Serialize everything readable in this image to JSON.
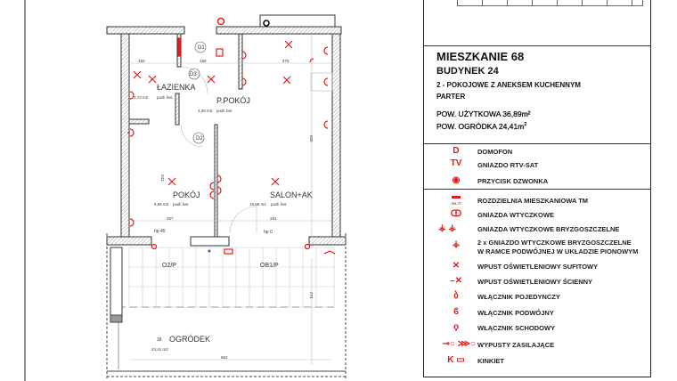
{
  "apartment": {
    "title": "MIESZKANIE 68",
    "building": "BUDYNEK 24",
    "type": "2 - POKOJOWE Z ANEKSEM KUCHENNYM",
    "floor": "PARTER",
    "usable_area_label": "POW. UŻYTKOWA 36,89m²",
    "garden_area_label": "POW. OGRÓDKA 24,41m",
    "garden_area_sup": "2"
  },
  "legend": {
    "group1": [
      {
        "icon": "intercom-icon",
        "symbol": "D",
        "label": "DOMOFON"
      },
      {
        "icon": "tv-socket-icon",
        "symbol": "TV",
        "label": "GNIAZDO RTV-SAT"
      },
      {
        "icon": "doorbell-icon",
        "symbol": "◉",
        "label": "PRZYCISK DZWONKA"
      }
    ],
    "group2": [
      {
        "icon": "distribution-board-icon",
        "symbol": "▬",
        "sub": "TM-77",
        "label": "ROZDZIELNIA MIESZKANIOWA TM"
      },
      {
        "icon": "socket-icon",
        "symbol": "ↀ",
        "label": "GNIAZDA WTYCZKOWE"
      },
      {
        "icon": "splashproof-socket-icon",
        "symbol": "⚶ ⚶",
        "label": "GNIAZDA WTYCZKOWE BRYZGOSZCZELNE"
      },
      {
        "icon": "double-splashproof-socket-icon",
        "symbol": "⚶",
        "label": "2 x GNIAZDO WTYCZKOWE BRYZGOSZCZELNE",
        "label2": "W RAMCE PODWÓJNEJ W UKŁADZIE PIONOWYM"
      },
      {
        "icon": "ceiling-light-icon",
        "symbol": "✕",
        "label": "WPUST OŚWIETLENIOWY SUFITOWY"
      },
      {
        "icon": "wall-light-icon",
        "symbol": "–✕",
        "label": "WPUST OŚWIETLENIOWY ŚCIENNY"
      },
      {
        "icon": "single-switch-icon",
        "symbol": "ბ",
        "label": "WŁĄCZNIK POJEDYNCZY"
      },
      {
        "icon": "double-switch-icon",
        "symbol": "ϐ",
        "label": "WŁĄCZNIK PODWÓJNY"
      },
      {
        "icon": "staircase-switch-icon",
        "symbol": "ϙ",
        "label": "WŁĄCZNIK SCHODOWY"
      },
      {
        "icon": "power-outlet-icon",
        "symbol": "⊸○ ⋙○",
        "label": "WYPUSTY ZASILAJĄCE"
      },
      {
        "icon": "wall-lamp-icon",
        "symbol": "K ▭",
        "label": "KINKIET"
      }
    ]
  },
  "rooms": [
    {
      "name": "ŁAZIENKA",
      "area": "3,72 m2",
      "floor": "podł. bet."
    },
    {
      "name": "P.POKÓJ",
      "area": "4,26 m2",
      "floor": "podł. bet."
    },
    {
      "name": "POKÓJ",
      "area": "8,96 m2",
      "floor": "podł. bet."
    },
    {
      "name": "SALON+AK",
      "area": "19,95 m2",
      "floor": "podł. bet."
    },
    {
      "name": "OGRÓDEK",
      "number": "18",
      "area": "24,41 m2"
    }
  ],
  "dimensions": [
    "150",
    "180",
    "275",
    "267",
    "281",
    "662",
    "625",
    "343",
    "274"
  ],
  "doors": [
    "D1",
    "D2",
    "D3"
  ],
  "windows": [
    "O2/P",
    "OB1/P"
  ],
  "heights": [
    "hp 45",
    "hp 0"
  ],
  "colors": {
    "electrical": "#e21b1b",
    "walls": "#333333"
  }
}
